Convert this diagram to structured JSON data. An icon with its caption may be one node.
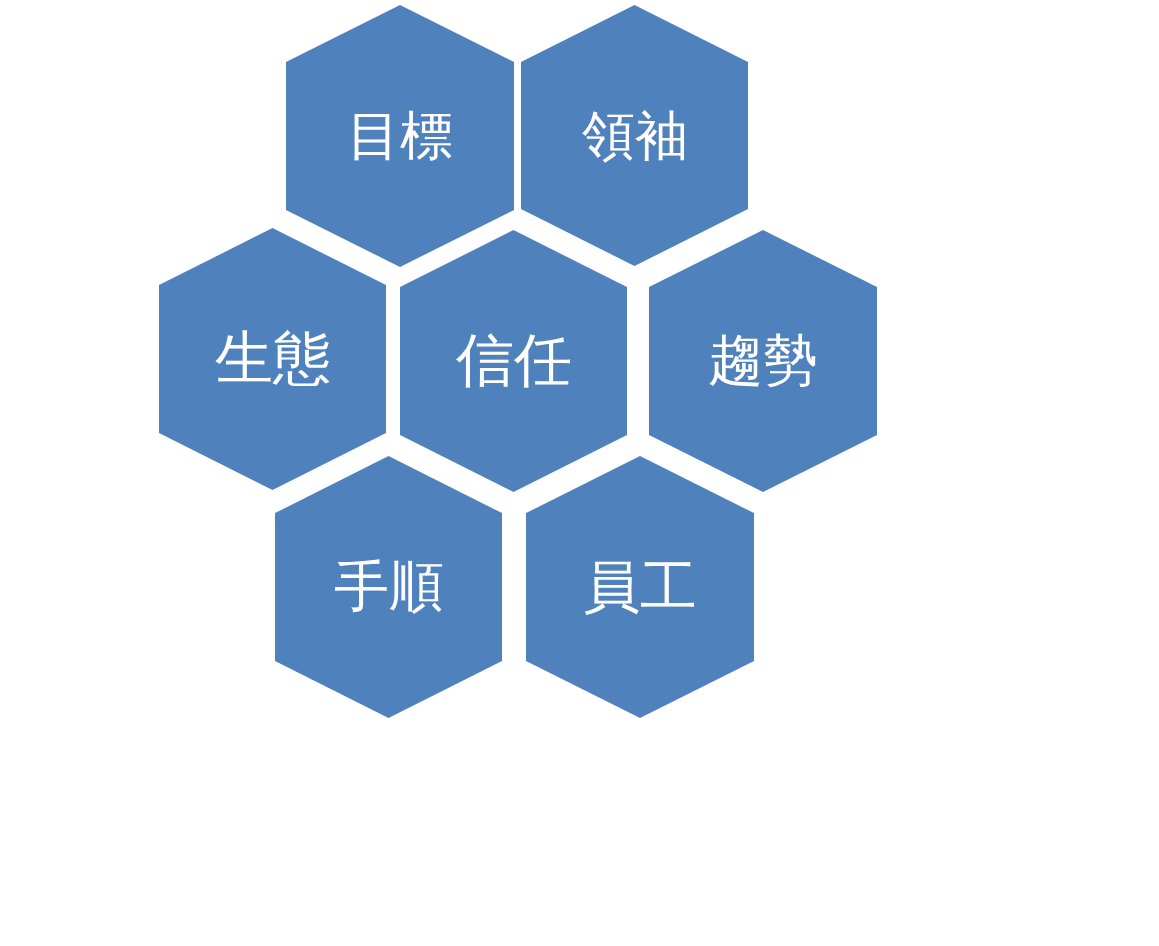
{
  "diagram": {
    "nodes": [
      {
        "text": [
          "目標"
        ]
      },
      {
        "text": [
          "領袖"
        ]
      },
      {
        "text": [
          "生態"
        ]
      },
      {
        "text": [
          "信任"
        ]
      },
      {
        "text": [
          "趨勢"
        ]
      },
      {
        "text": [
          "手順"
        ]
      },
      {
        "text": [
          "員工"
        ]
      }
    ]
  }
}
